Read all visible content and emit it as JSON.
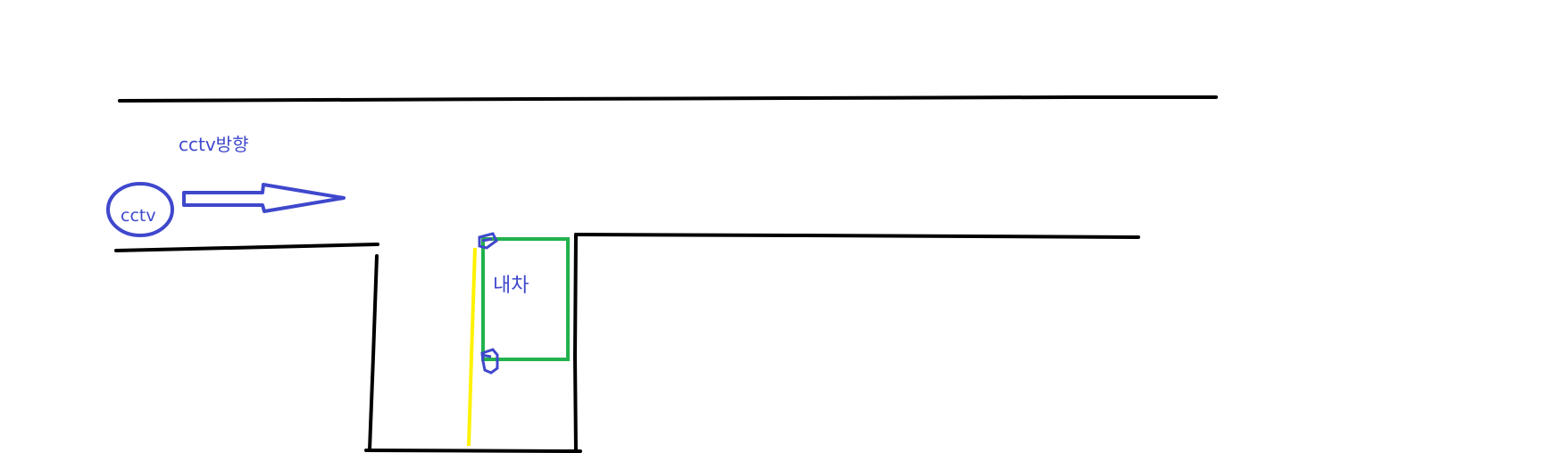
{
  "labels": {
    "cctv_direction": "cctv방향",
    "cctv": "cctv",
    "my_car": "내차"
  },
  "colors": {
    "road_lines": "#000000",
    "annotations": "#3f48cc",
    "center_line": "#fff200",
    "car_outline": "#22b14c",
    "background": "#ffffff"
  }
}
